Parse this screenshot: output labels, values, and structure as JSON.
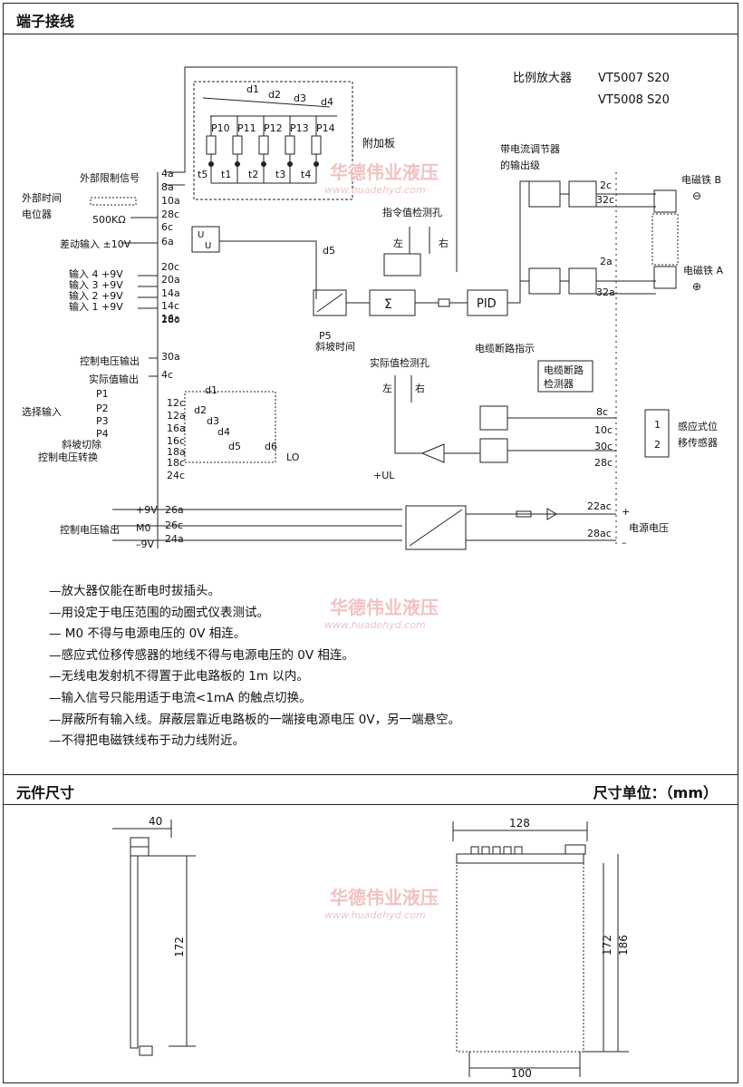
{
  "section1_title": "端子接线",
  "section2_title": "元件尺寸",
  "unit_label": "尺寸单位：（mm）",
  "model": {
    "label": "比例放大器",
    "line1": "VT5007  S20",
    "line2": "VT5008  S20"
  },
  "watermark": {
    "name": "华德伟业液压",
    "url": "www.huadehyd.com"
  },
  "diagram": {
    "external_limit": "外部限制信号",
    "external_time": "外部时间",
    "pot": "电位器",
    "pot_value": "500KΩ",
    "diff_input": "差动输入 ±10V",
    "input4": "输入 4  +9V",
    "input3": "输入 3  +9V",
    "input2": "输入 2  +9V",
    "input1": "输入 1  +9V",
    "control_v_out": "控制电压输出",
    "actual_out": "实际值输出",
    "select_input": "选择输入",
    "ramp_off": "斜坡切除",
    "ctrl_switch": "控制电压转换",
    "ctrl_v_out2": "控制电压输出",
    "addon_board": "附加板",
    "cmd_test": "指令值检测孔",
    "actual_test": "实际值检测孔",
    "left": "左",
    "right": "右",
    "ramp_time": "斜坡时间",
    "output_stage_1": "带电流调节器",
    "output_stage_2": "的输出级",
    "solenoid_b": "电磁铁 B",
    "solenoid_a": "电磁铁 A",
    "cable_break_ind": "电缆断路指示",
    "cable_break_det1": "电缆断路",
    "cable_break_det2": "检测器",
    "sensor1": "感应式位",
    "sensor2": "移传感器",
    "power": "电源电压",
    "pid": "PID",
    "ul": "+UL",
    "lo": "LO",
    "p5": "P5",
    "plus9": "+9V",
    "m0": "M0",
    "minus9": "–9V",
    "terminals": {
      "t4a": "4a",
      "t8a": "8a",
      "t10a": "10a",
      "t28c_a": "28c",
      "t6c": "6c",
      "t6a": "6a",
      "t20c": "20c",
      "t20a": "20a",
      "t14a": "14a",
      "t14c": "14c",
      "t16a_in": "16a",
      "t28c_b": "28c",
      "t30a": "30a",
      "t4c": "4c",
      "t12c": "12c",
      "t12a": "12a",
      "t16a": "16a",
      "t16c": "16c",
      "t18a": "18a",
      "t18c": "18c",
      "t24c_a": "24c",
      "t26a": "26a",
      "t26c": "26c",
      "t24a": "24a",
      "t2c": "2c",
      "t32c": "32c",
      "t2a": "2a",
      "t32a": "32a",
      "t8c": "8c",
      "t10c": "10c",
      "t30c": "30c",
      "t28c_c": "28c",
      "t22ac": "22ac",
      "t28ac": "28ac"
    },
    "pots": [
      "P10",
      "P11",
      "P12",
      "P13",
      "P14"
    ],
    "taps": [
      "t5",
      "t1",
      "t2",
      "t3",
      "t4"
    ],
    "switches": [
      "d1",
      "d2",
      "d3",
      "d4"
    ],
    "p_inputs": [
      "P1",
      "P2",
      "P3",
      "P4"
    ]
  },
  "notes": [
    "放大器仅能在断电时拔插头。",
    "用设定于电压范围的动圈式仪表测试。",
    " M0 不得与电源电压的 0V 相连。",
    "感应式位移传感器的地线不得与电源电压的 0V 相连。",
    "无线电发射机不得置于此电路板的 1m 以内。",
    "输入信号只能用适于电流<1mA 的触点切换。",
    "屏蔽所有输入线。屏蔽层靠近电路板的一端接电源电压 0V，另一端悬空。",
    "不得把电磁铁线布于动力线附近。"
  ],
  "dimensions": {
    "side_width": "40",
    "side_height": "172",
    "front_width_top": "128",
    "front_width_bottom": "100",
    "front_h1": "172",
    "front_h2": "186"
  }
}
